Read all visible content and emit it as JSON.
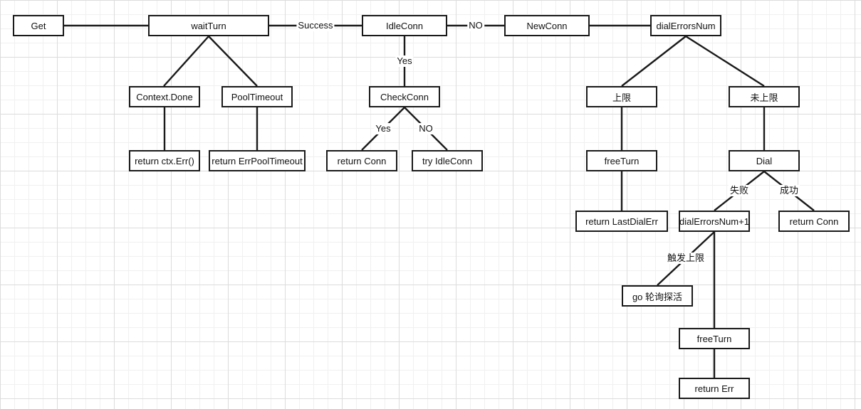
{
  "nodes": {
    "get": "Get",
    "waitturn": "waitTurn",
    "idleconn": "IdleConn",
    "newconn": "NewConn",
    "dialerrorsnum": "dialErrorsNum",
    "context_done": "Context.Done",
    "pooltimeout": "PoolTimeout",
    "return_ctx_err": "return ctx.Err()",
    "return_errpooltimeout": "return ErrPoolTimeout",
    "checkconn": "CheckConn",
    "return_conn_1": "return Conn",
    "try_idleconn": "try IdleConn",
    "upper_limit": "上限",
    "not_upper_limit": "未上限",
    "freeturn_1": "freeTurn",
    "return_lastdialerr": "return LastDialErr",
    "dial": "Dial",
    "dialerrorsnum_plus1": "dialErrorsNum+1",
    "return_conn_2": "return Conn",
    "go_poll": "go 轮询探活",
    "freeturn_2": "freeTurn",
    "return_err": "return Err"
  },
  "edge_labels": {
    "success": "Success",
    "no_1": "NO",
    "yes_1": "Yes",
    "yes_2": "Yes",
    "no_2": "NO",
    "fail": "失败",
    "ok": "成功",
    "trigger_limit": "触发上限"
  }
}
